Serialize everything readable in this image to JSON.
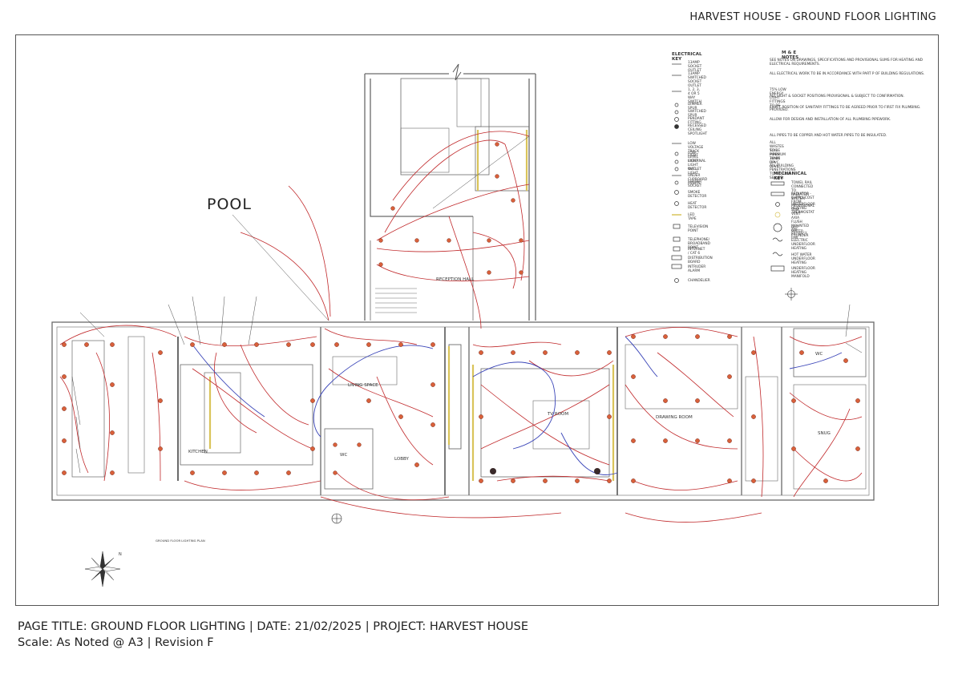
{
  "header": {
    "title": "HARVEST HOUSE - GROUND FLOOR LIGHTING"
  },
  "footer": {
    "line1": "PAGE TITLE: GROUND FLOOR LIGHTING | DATE: 21/02/2025 | PROJECT: HARVEST HOUSE",
    "line2": "Scale: As Noted @ A3 | Revision F"
  },
  "plan": {
    "pool_label": "POOL",
    "rooms": {
      "kitchen": "KITCHEN",
      "living_space": "LIVING SPACE",
      "wc_left": "WC",
      "lobby": "LOBBY",
      "tv_room": "TV ROOM",
      "drawing_room": "DRAWING ROOM",
      "snug": "SNUG",
      "wc_right": "WC",
      "reception_hall": "RECEPTION HALL"
    },
    "plan_caption": "GROUND FLOOR LIGHTING PLAN",
    "north_label": "N"
  },
  "electrical_key": {
    "title": "ELECTRICAL KEY",
    "items": [
      "13AMP SOCKET OUTLET",
      "13AMP SWITCHED SOCKET OUTLET",
      "1, 2, 3, 4 OR 5 WAY SWITCH",
      "DIMMER SPUR",
      "SWITCHED SPUR",
      "PENDANT FITTING",
      "RECESSED CEILING SPOTLIGHT",
      "LOW VOLTAGE TRACK LIGHT",
      "LOW LEVEL LIGHT",
      "EXTERNAL LIGHT OUTLET",
      "WALL LIGHT",
      "UNDER CUPBOARD LIGHTS",
      "SHAVER SOCKET",
      "SMOKE DETECTOR",
      "HEAT DETECTOR",
      "LED TAPE",
      "TELEVISION POINT",
      "TELEPHONE/ BROADBAND POINT",
      "INTERNET / CAT 6",
      "DISTRIBUTION BOARD",
      "INTRUDER ALARM",
      "CHANDELIER"
    ]
  },
  "me_notes": {
    "title": "M & E NOTES",
    "items": [
      "SEE NOTES ON DRAWINGS, SPECIFICATIONS AND PROVISIONAL SUMS FOR HEATING AND ELECTRICAL REQUIREMENTS.",
      "ALL ELECTRICAL WORK TO BE IN ACCORDANCE WITH PART P OF BUILDING REGULATIONS.",
      "75% LOW ENERGY LIGHT FITTINGS TO BE PROVIDED.",
      "ALL LIGHT & SOCKET POSITIONS PROVISIONAL & SUBJECT TO CONFIRMATION.",
      "EXACT POSITION OF SANITARY FITTINGS TO BE AGREED PRIOR TO FIRST FIX PLUMBING.",
      "ALLOW FOR DESIGN AND INSTALLATION OF ALL PLUMBING PIPEWORK.",
      "ALL PIPES TO BE COPPER AND HOT WATER PIPES TO BE INSULATED.",
      "ALL WASTES TO BE MINIMUM 38MM DIA UPVC.",
      "SOIL PIPES TO BE UPVC.",
      "ALL BUILDING PENETRATIONS TO BE FULLY SEALED."
    ]
  },
  "mechanical_key": {
    "title": "MECHANICAL KEY",
    "items": [
      "TOWEL RAIL CONNECTED TO RADIATOR SYSTEM",
      "RADIATOR - SUPPLY COST FROM PROVISIONAL SUM",
      "UNDERFLOOR HEATING THERMOSTAT",
      "VENT AXIA FLUSH MOUNTED AIR EXTRACT FAN",
      "HOT WATER CYLINDER",
      "ELECTRIC UNDERFLOOR HEATING",
      "HOT WATER UNDERFLOOR HEATING",
      "UNDERFLOOR HEATING MANIFOLD"
    ]
  },
  "colors": {
    "circuit_red": "#c0282a",
    "circuit_blue": "#3a45b8",
    "wall": "#6a6a6a",
    "fitting_fill": "#d9603a",
    "fixture_yellow": "#d9c45a"
  }
}
